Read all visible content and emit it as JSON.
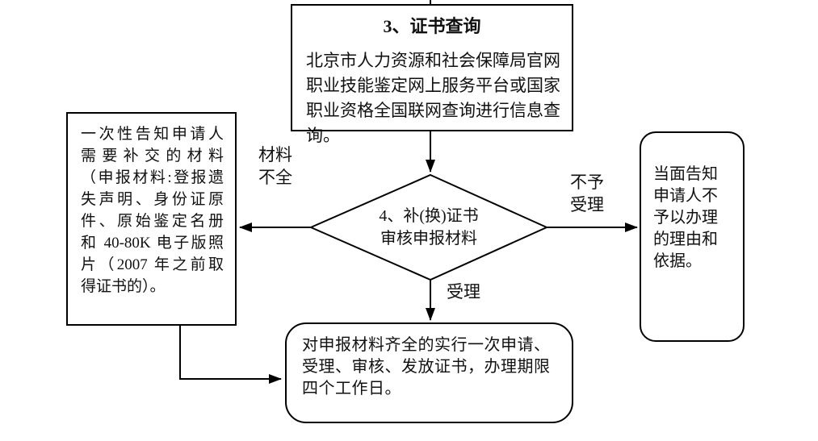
{
  "flowchart": {
    "top_box": {
      "title": "3、证书查询",
      "lines": [
        "北京市人力资源和社会保障局官网",
        "职业技能鉴定网上服务平台或国家",
        "职业资格全国联网查询进行信息查",
        "询。"
      ]
    },
    "diamond": {
      "lines": [
        "4、补(换)证书",
        "审核申报材料"
      ]
    },
    "left_box": {
      "lines": [
        "一次性告知申请人",
        "需要补交的材料",
        "（申报材料:登报遗",
        "失声明、身份证原",
        "件、原始鉴定名册",
        "和 40-80K 电子版照",
        "片（2007 年之前取",
        "得证书的）。"
      ]
    },
    "right_box": {
      "lines": [
        "当面告知",
        "申请人不",
        "予以办理",
        "的理由和",
        "依据。"
      ]
    },
    "bottom_box": {
      "lines": [
        "对申报材料齐全的实行一次申请、",
        "受理、审核、发放证书，办理期限",
        "四个工作日。"
      ]
    },
    "edge_labels": {
      "incomplete": [
        "材料",
        "不全"
      ],
      "rejected": [
        "不予",
        "受理"
      ],
      "accepted": "受理"
    },
    "colors": {
      "line": "#000000",
      "background": "#ffffff",
      "text": "#111111"
    }
  }
}
